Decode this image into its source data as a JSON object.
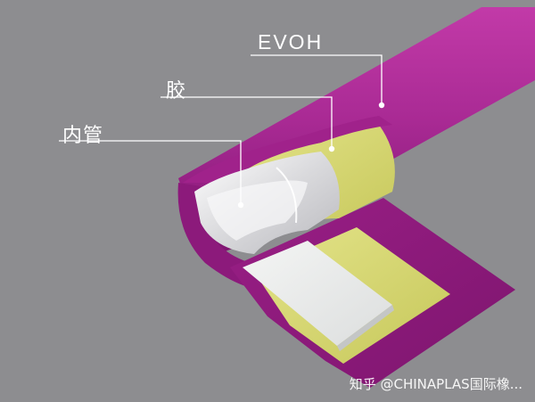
{
  "labels": {
    "evoh": "EVOH",
    "glue": "胶",
    "inner_tube": "内管"
  },
  "watermark": "知乎 @CHINAPLAS国际橡...",
  "colors": {
    "background": "#8d8d90",
    "evoh_layer": "#9b1f86",
    "glue_layer": "#d3d46a",
    "inner_tube": "#e8e8ea",
    "leader_line": "#ffffff"
  }
}
